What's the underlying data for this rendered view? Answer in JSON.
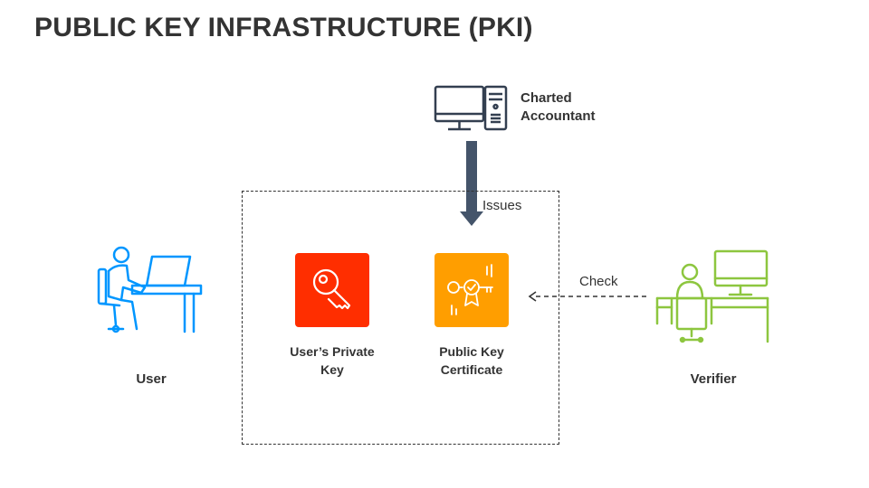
{
  "title": "PUBLIC KEY INFRASTRUCTURE (PKI)",
  "nodes": {
    "ca": {
      "label_line1": "Charted",
      "label_line2": "Accountant",
      "icon": "computer-icon"
    },
    "user": {
      "label": "User",
      "icon": "user-at-laptop-icon"
    },
    "private_key": {
      "label_line1": "User’s Private",
      "label_line2": "Key",
      "icon": "key-icon",
      "color": "#FF2E00"
    },
    "certificate": {
      "label_line1": "Public Key",
      "label_line2": "Certificate",
      "icon": "certificate-key-icon",
      "color": "#FF9E00"
    },
    "verifier": {
      "label": "Verifier",
      "icon": "verifier-at-desk-icon",
      "color": "#8DC63F"
    }
  },
  "edges": {
    "issues": {
      "label": "Issues",
      "from": "ca",
      "to": "certificate"
    },
    "check": {
      "label": "Check",
      "from": "verifier",
      "to": "certificate"
    }
  },
  "colors": {
    "text": "#333333",
    "user_blue": "#0096FF",
    "arrow": "#44546A"
  }
}
